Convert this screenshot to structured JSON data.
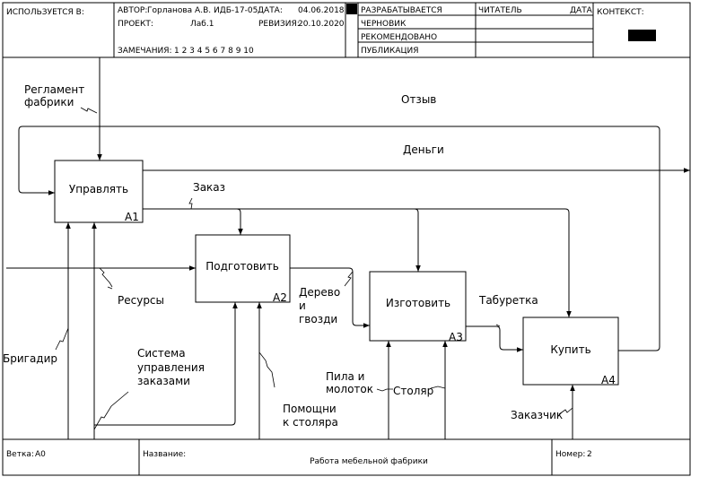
{
  "header": {
    "used_in_label": "ИСПОЛЬЗУЕТСЯ В:",
    "author_label": "АВТОР:",
    "author": "Горланова А.В. ИДБ-17-05",
    "date_label": "ДАТА:",
    "date": "04.06.2018",
    "project_label": "ПРОЕКТ:",
    "project": "Лаб.1",
    "revision_label": "РЕВИЗИЯ:",
    "revision": "20.10.2020",
    "notes_label": "ЗАМЕЧАНИЯ:",
    "notes": "1  2  3  4  5  6  7  8  9  10",
    "status_working": "РАЗРАБАТЫВАЕТСЯ",
    "status_draft": "ЧЕРНОВИК",
    "status_recommended": "РЕКОМЕНДОВАНО",
    "status_publication": "ПУБЛИКАЦИЯ",
    "reader_label": "ЧИТАТЕЛЬ",
    "reader_date_label": "ДАТА",
    "context_label": "КОНТЕКСТ:"
  },
  "boxes": [
    {
      "id": "a1",
      "title": "Управлять",
      "number": "A1"
    },
    {
      "id": "a2",
      "title": "Подготовить",
      "number": "A2"
    },
    {
      "id": "a3",
      "title": "Изготовить",
      "number": "A3"
    },
    {
      "id": "a4",
      "title": "Купить",
      "number": "A4"
    }
  ],
  "arrows": {
    "reglament": [
      "Регламент",
      "фабрики"
    ],
    "feedback": "Отзыв",
    "money": "Деньги",
    "order": "Заказ",
    "resources": "Ресурсы",
    "wood": [
      "Дерево",
      "и",
      "гвозди"
    ],
    "stool": "Табуретка",
    "brigadier": "Бригадир",
    "order_system": [
      "Система",
      "управления",
      "заказами"
    ],
    "helpers": [
      "Помощни",
      "к столяра"
    ],
    "saw": [
      "Пила и",
      "молоток"
    ],
    "carpenter": "Столяр",
    "customer": "Заказчик"
  },
  "footer": {
    "node_label": "Ветка:",
    "node": "A0",
    "title_label": "Название:",
    "title": "Работа мебельной фабрики",
    "number_label": "Номер:",
    "number": "2"
  }
}
